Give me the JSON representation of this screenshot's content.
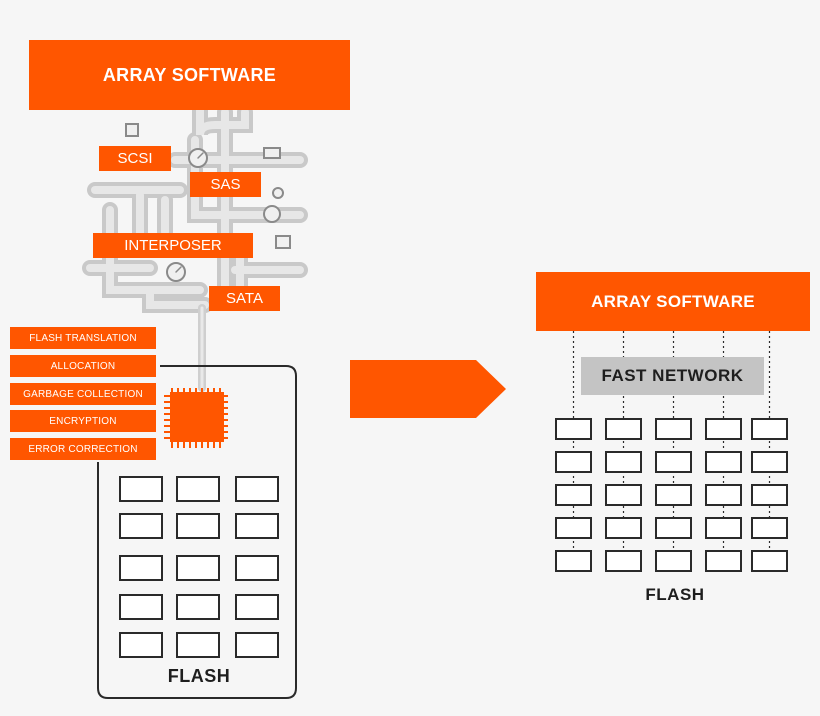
{
  "left": {
    "array_software": "ARRAY SOFTWARE",
    "protocols": {
      "scsi": "SCSI",
      "sas": "SAS",
      "interposer": "INTERPOSER",
      "sata": "SATA"
    },
    "controller_functions": [
      "FLASH TRANSLATION",
      "ALLOCATION",
      "GARBAGE COLLECTION",
      "ENCRYPTION",
      "ERROR CORRECTION"
    ],
    "flash_label": "FLASH"
  },
  "right": {
    "array_software": "ARRAY SOFTWARE",
    "fast_network": "FAST NETWORK",
    "flash_label": "FLASH"
  },
  "colors": {
    "accent": "#ff5600",
    "network_gray": "#c4c4c4",
    "outline": "#2a2a2a",
    "pipe": "#d8d8d8"
  },
  "icons": [
    "pipes-illustration",
    "chip-icon",
    "arrow-right-icon",
    "flash-module-icon"
  ]
}
